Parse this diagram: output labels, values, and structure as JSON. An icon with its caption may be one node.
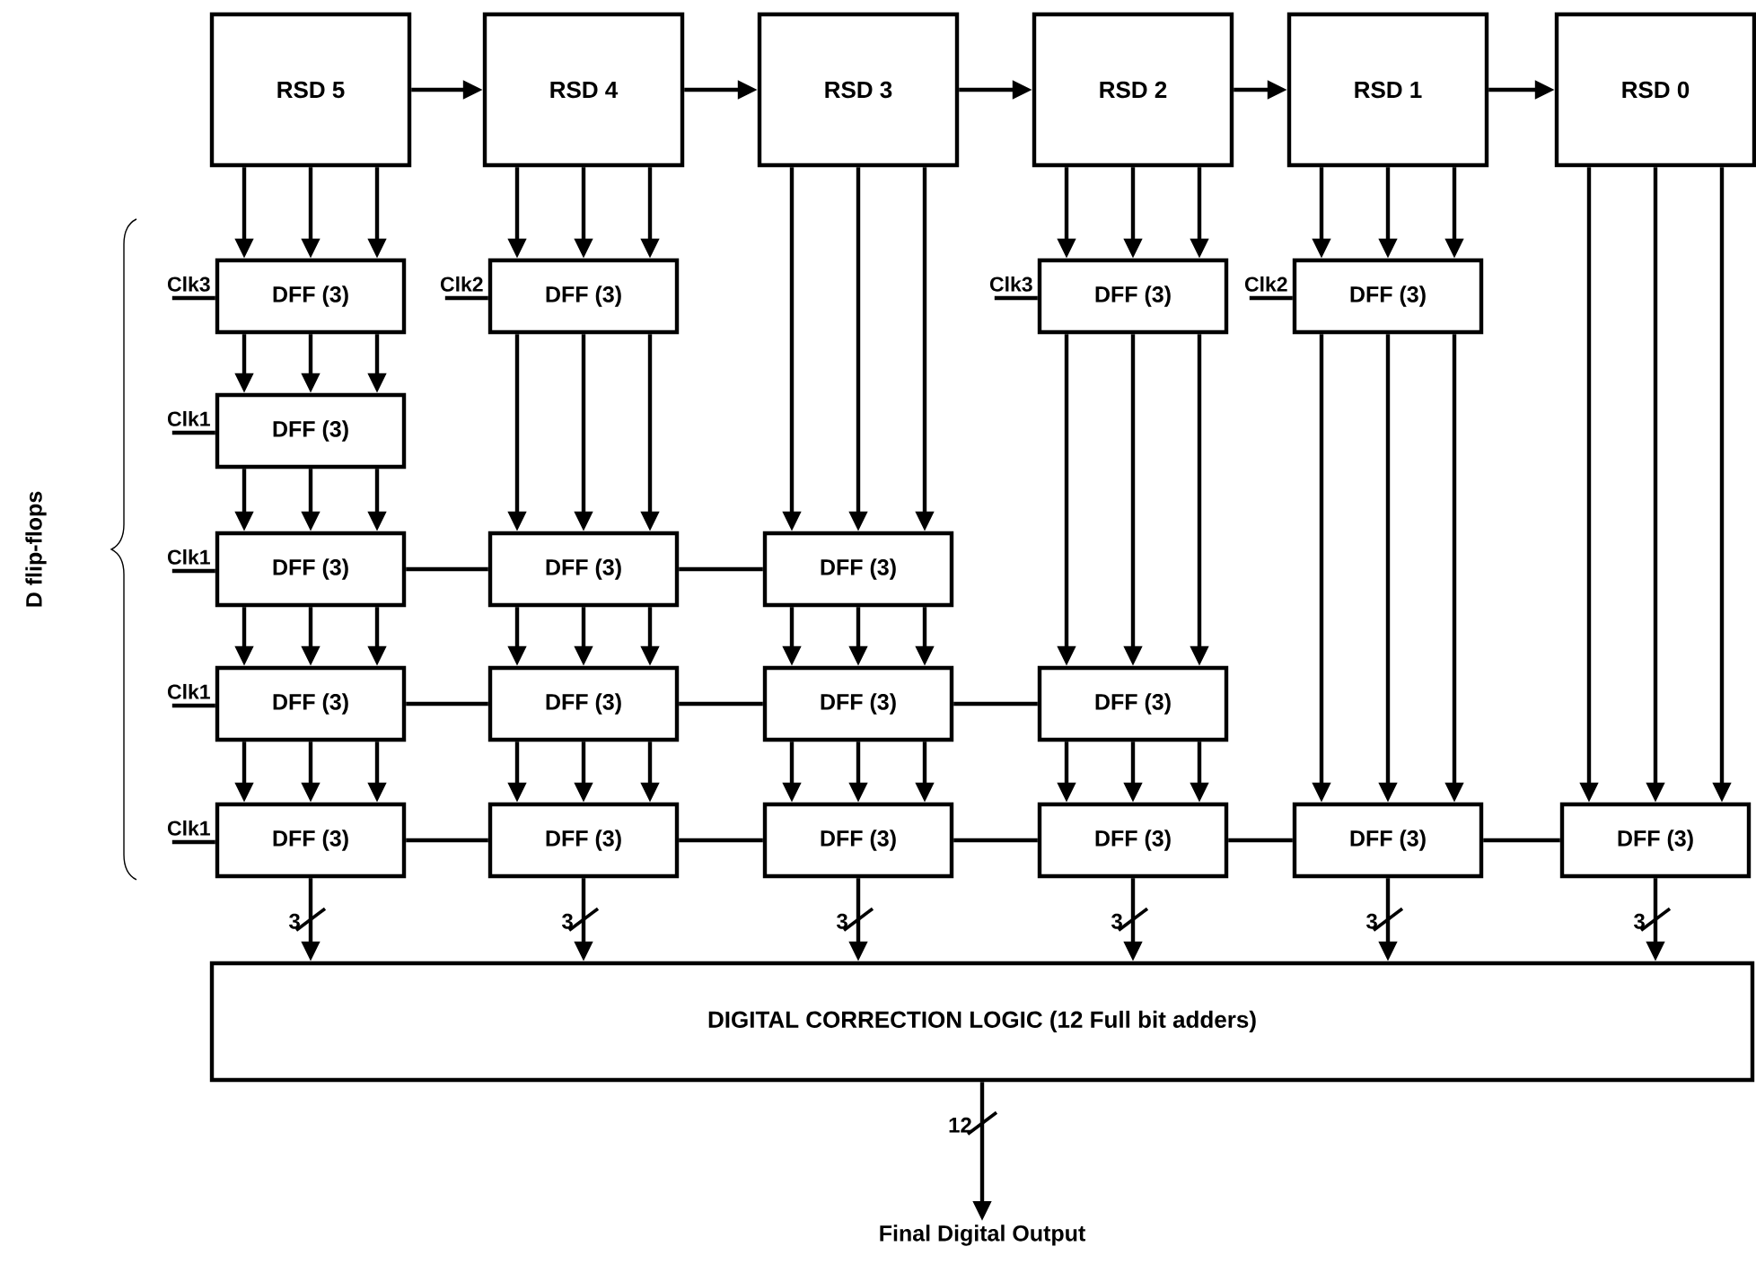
{
  "diagram": {
    "nodes": [
      {
        "text": [
          "RSD 5"
        ]
      },
      {
        "text": [
          "RSD 4"
        ]
      },
      {
        "text": [
          "RSD 3"
        ]
      },
      {
        "text": [
          "RSD 2"
        ]
      },
      {
        "text": [
          "RSD 1"
        ]
      },
      {
        "text": [
          "RSD 0"
        ]
      },
      {
        "text": [
          "DFF (3)"
        ]
      },
      {
        "text": [
          "DFF (3)"
        ]
      },
      {
        "text": [
          "DFF (3)"
        ]
      },
      {
        "text": [
          "DFF (3)"
        ]
      },
      {
        "text": [
          "DFF (3)"
        ]
      },
      {
        "text": [
          "DFF (3)"
        ]
      },
      {
        "text": [
          "DFF (3)"
        ]
      },
      {
        "text": [
          "DFF (3)"
        ]
      },
      {
        "text": [
          "DFF (3)"
        ]
      },
      {
        "text": [
          "DFF (3)"
        ]
      },
      {
        "text": [
          "DFF (3)"
        ]
      },
      {
        "text": [
          "DFF (3)"
        ]
      },
      {
        "text": [
          "DFF (3)"
        ]
      },
      {
        "text": [
          "DFF (3)"
        ]
      },
      {
        "text": [
          "DFF (3)"
        ]
      },
      {
        "text": [
          "DFF (3)"
        ]
      },
      {
        "text": [
          "DFF (3)"
        ]
      },
      {
        "text": [
          "DFF (3)"
        ]
      },
      {
        "text": [
          "DIGITAL CORRECTION LOGIC (12 Full bit adders)"
        ]
      },
      {
        "text": [
          "Final Digital Output"
        ]
      }
    ],
    "edges": [
      {
        "from": 0,
        "to": 1,
        "arrow": "to"
      },
      {
        "from": 1,
        "to": 2,
        "arrow": "to"
      },
      {
        "from": 2,
        "to": 3,
        "arrow": "to"
      },
      {
        "from": 3,
        "to": 4,
        "arrow": "to"
      },
      {
        "from": 4,
        "to": 5,
        "arrow": "to"
      },
      {
        "from": null,
        "to": 6,
        "arrow": "none",
        "label": "Clk3"
      },
      {
        "from": null,
        "to": 7,
        "arrow": "none",
        "label": "Clk2"
      },
      {
        "from": null,
        "to": 8,
        "arrow": "none",
        "label": "Clk3"
      },
      {
        "from": null,
        "to": 9,
        "arrow": "none",
        "label": "Clk2"
      },
      {
        "from": null,
        "to": 10,
        "arrow": "none",
        "label": "Clk1"
      },
      {
        "from": null,
        "to": 11,
        "arrow": "none",
        "label": "Clk1"
      },
      {
        "from": null,
        "to": 14,
        "arrow": "none",
        "label": "Clk1"
      },
      {
        "from": null,
        "to": 18,
        "arrow": "none",
        "label": "Clk1"
      },
      {
        "from": 0,
        "to": 6,
        "arrow": "to"
      },
      {
        "from": 0,
        "to": 6,
        "arrow": "to"
      },
      {
        "from": 0,
        "to": 6,
        "arrow": "to"
      },
      {
        "from": 6,
        "to": 10,
        "arrow": "to"
      },
      {
        "from": 6,
        "to": 10,
        "arrow": "to"
      },
      {
        "from": 6,
        "to": 10,
        "arrow": "to"
      },
      {
        "from": 10,
        "to": 11,
        "arrow": "to"
      },
      {
        "from": 10,
        "to": 11,
        "arrow": "to"
      },
      {
        "from": 10,
        "to": 11,
        "arrow": "to"
      },
      {
        "from": 11,
        "to": 14,
        "arrow": "to"
      },
      {
        "from": 11,
        "to": 14,
        "arrow": "to"
      },
      {
        "from": 11,
        "to": 14,
        "arrow": "to"
      },
      {
        "from": 14,
        "to": 18,
        "arrow": "to"
      },
      {
        "from": 14,
        "to": 18,
        "arrow": "to"
      },
      {
        "from": 14,
        "to": 18,
        "arrow": "to"
      },
      {
        "from": 1,
        "to": 7,
        "arrow": "to"
      },
      {
        "from": 1,
        "to": 7,
        "arrow": "to"
      },
      {
        "from": 1,
        "to": 7,
        "arrow": "to"
      },
      {
        "from": 7,
        "to": 12,
        "arrow": "to"
      },
      {
        "from": 7,
        "to": 12,
        "arrow": "to"
      },
      {
        "from": 7,
        "to": 12,
        "arrow": "to"
      },
      {
        "from": 12,
        "to": 15,
        "arrow": "to"
      },
      {
        "from": 12,
        "to": 15,
        "arrow": "to"
      },
      {
        "from": 12,
        "to": 15,
        "arrow": "to"
      },
      {
        "from": 15,
        "to": 19,
        "arrow": "to"
      },
      {
        "from": 15,
        "to": 19,
        "arrow": "to"
      },
      {
        "from": 15,
        "to": 19,
        "arrow": "to"
      },
      {
        "from": 2,
        "to": 13,
        "arrow": "to"
      },
      {
        "from": 2,
        "to": 13,
        "arrow": "to"
      },
      {
        "from": 2,
        "to": 13,
        "arrow": "to"
      },
      {
        "from": 13,
        "to": 16,
        "arrow": "to"
      },
      {
        "from": 13,
        "to": 16,
        "arrow": "to"
      },
      {
        "from": 13,
        "to": 16,
        "arrow": "to"
      },
      {
        "from": 16,
        "to": 20,
        "arrow": "to"
      },
      {
        "from": 16,
        "to": 20,
        "arrow": "to"
      },
      {
        "from": 16,
        "to": 20,
        "arrow": "to"
      },
      {
        "from": 3,
        "to": 8,
        "arrow": "to"
      },
      {
        "from": 3,
        "to": 8,
        "arrow": "to"
      },
      {
        "from": 3,
        "to": 8,
        "arrow": "to"
      },
      {
        "from": 8,
        "to": 17,
        "arrow": "to"
      },
      {
        "from": 8,
        "to": 17,
        "arrow": "to"
      },
      {
        "from": 8,
        "to": 17,
        "arrow": "to"
      },
      {
        "from": 17,
        "to": 21,
        "arrow": "to"
      },
      {
        "from": 17,
        "to": 21,
        "arrow": "to"
      },
      {
        "from": 17,
        "to": 21,
        "arrow": "to"
      },
      {
        "from": 4,
        "to": 9,
        "arrow": "to"
      },
      {
        "from": 4,
        "to": 9,
        "arrow": "to"
      },
      {
        "from": 4,
        "to": 9,
        "arrow": "to"
      },
      {
        "from": 9,
        "to": 22,
        "arrow": "to"
      },
      {
        "from": 9,
        "to": 22,
        "arrow": "to"
      },
      {
        "from": 9,
        "to": 22,
        "arrow": "to"
      },
      {
        "from": 5,
        "to": 23,
        "arrow": "to"
      },
      {
        "from": 5,
        "to": 23,
        "arrow": "to"
      },
      {
        "from": 5,
        "to": 23,
        "arrow": "to"
      },
      {
        "from": 11,
        "to": 12,
        "arrow": "none"
      },
      {
        "from": 12,
        "to": 13,
        "arrow": "none"
      },
      {
        "from": 14,
        "to": 15,
        "arrow": "none"
      },
      {
        "from": 15,
        "to": 16,
        "arrow": "none"
      },
      {
        "from": 16,
        "to": 17,
        "arrow": "none"
      },
      {
        "from": 18,
        "to": 19,
        "arrow": "none"
      },
      {
        "from": 19,
        "to": 20,
        "arrow": "none"
      },
      {
        "from": 20,
        "to": 21,
        "arrow": "none"
      },
      {
        "from": 21,
        "to": 22,
        "arrow": "none"
      },
      {
        "from": 22,
        "to": 23,
        "arrow": "none"
      },
      {
        "from": 18,
        "to": 24,
        "arrow": "to",
        "label": "3"
      },
      {
        "from": 19,
        "to": 24,
        "arrow": "to",
        "label": "3"
      },
      {
        "from": 20,
        "to": 24,
        "arrow": "to",
        "label": "3"
      },
      {
        "from": 21,
        "to": 24,
        "arrow": "to",
        "label": "3"
      },
      {
        "from": 22,
        "to": 24,
        "arrow": "to",
        "label": "3"
      },
      {
        "from": 23,
        "to": 24,
        "arrow": "to",
        "label": "3"
      },
      {
        "from": 24,
        "to": 25,
        "arrow": "to",
        "label": "12"
      }
    ],
    "labels": [
      "D flip-flops"
    ]
  }
}
